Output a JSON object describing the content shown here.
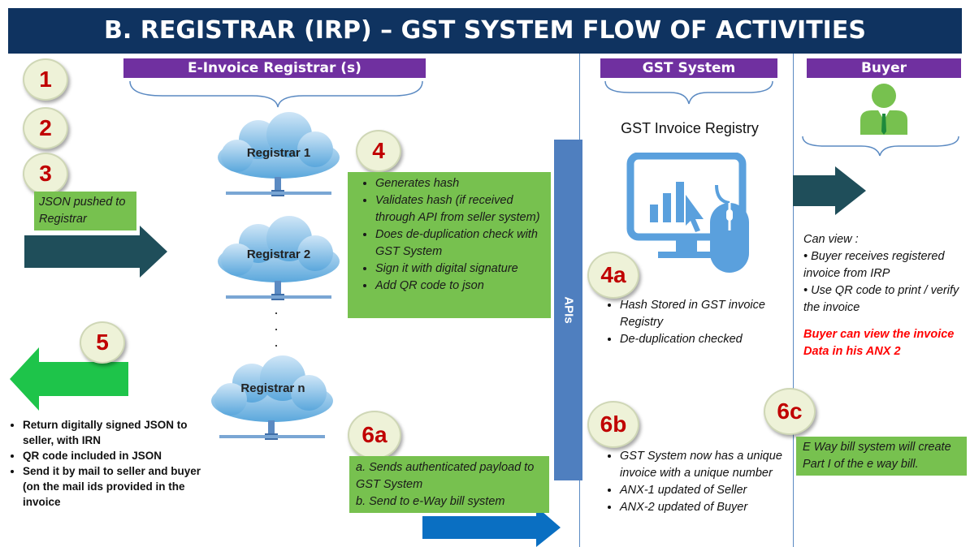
{
  "title": "B. REGISTRAR (IRP) – GST SYSTEM FLOW OF ACTIVITIES",
  "headers": {
    "registrar": "E-Invoice Registrar (s)",
    "gst": "GST System",
    "buyer": "Buyer"
  },
  "steps": {
    "s1": "1",
    "s2": "2",
    "s3": "3",
    "s4": "4",
    "s4a": "4a",
    "s5": "5",
    "s6a": "6a",
    "s6b": "6b",
    "s6c": "6c"
  },
  "json_pushed": "JSON pushed to Registrar",
  "registrars": [
    "Registrar 1",
    "Registrar 2",
    "Registrar n"
  ],
  "dots": "·",
  "step4_items": [
    "Generates hash",
    "Validates hash (if received through API from seller system)",
    "Does de-duplication check with GST System",
    "Sign it with digital signature",
    "Add QR code to json"
  ],
  "apis_label": "APIs",
  "gst_registry_title": "GST Invoice Registry",
  "step4a_items": [
    "Hash Stored in GST invoice Registry",
    "De-duplication checked"
  ],
  "step5_items": [
    "Return digitally signed JSON to seller, with IRN",
    "QR code included in JSON",
    "Send it by mail to seller and buyer (on the mail ids provided in the invoice"
  ],
  "step6a_lines": [
    "a. Sends authenticated payload to GST System",
    "b. Send to e-Way bill system"
  ],
  "step6b_items": [
    "GST System now has a unique invoice with a unique number",
    "ANX-1 updated of Seller",
    "ANX-2 updated of Buyer"
  ],
  "buyer_view": {
    "heading": "Can view :",
    "items": [
      "Buyer receives registered invoice from IRP",
      "Use QR code to print / verify the invoice"
    ],
    "red_note": "Buyer can view the invoice Data in his ANX 2"
  },
  "step6c_text": "E Way bill system will create Part I of the e way bill.",
  "colors": {
    "title_bg": "#0f3360",
    "purple": "#7030a0",
    "green": "#77c14f",
    "dark_teal_arrow": "#1f4e5a",
    "green_arrow": "#1ec44a",
    "blue_arrow": "#0a6fc2",
    "apis_bar": "#4f7fbf",
    "step_red": "#c00000",
    "note_red": "#ff0000"
  }
}
